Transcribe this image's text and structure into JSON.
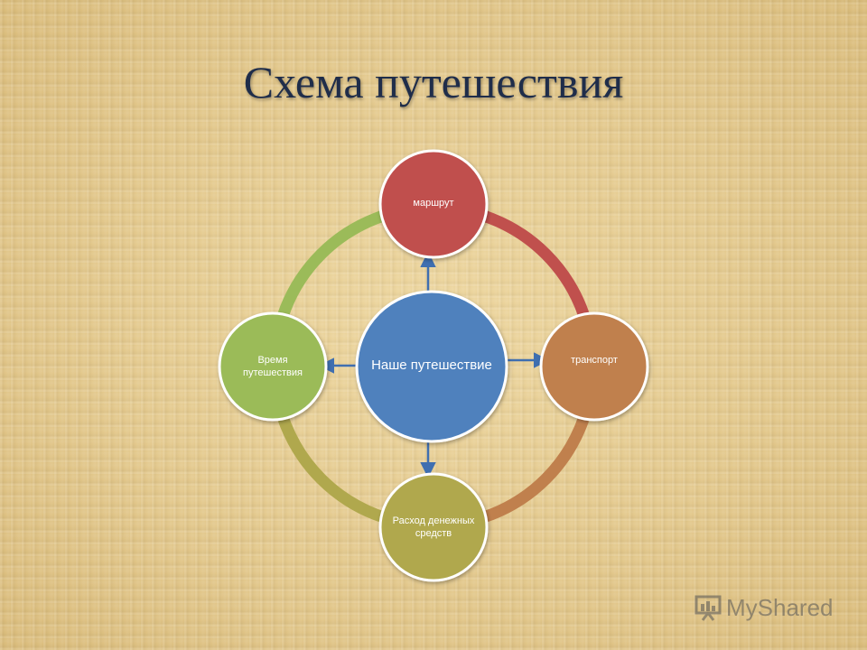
{
  "title": "Схема путешествия",
  "center": {
    "label": "Наше путешествие",
    "color": "#4f81bd"
  },
  "nodes": {
    "top": {
      "label": "маршрут",
      "color": "#c0504d"
    },
    "right": {
      "label": "транспорт",
      "color": "#c0804d"
    },
    "bottom": {
      "label": "Расход денежных средств",
      "color": "#b0a84d"
    },
    "left": {
      "label": "Время путешествия",
      "color": "#9bbb59"
    }
  },
  "ring_colors": {
    "top_right": "#c0504d",
    "bottom_right": "#c0804d",
    "bottom_left": "#b0a84d",
    "top_left": "#9bbb59"
  },
  "arrow_color": "#3f6fb0",
  "watermark": {
    "text": "MyShared",
    "icon": "presentation-icon"
  }
}
